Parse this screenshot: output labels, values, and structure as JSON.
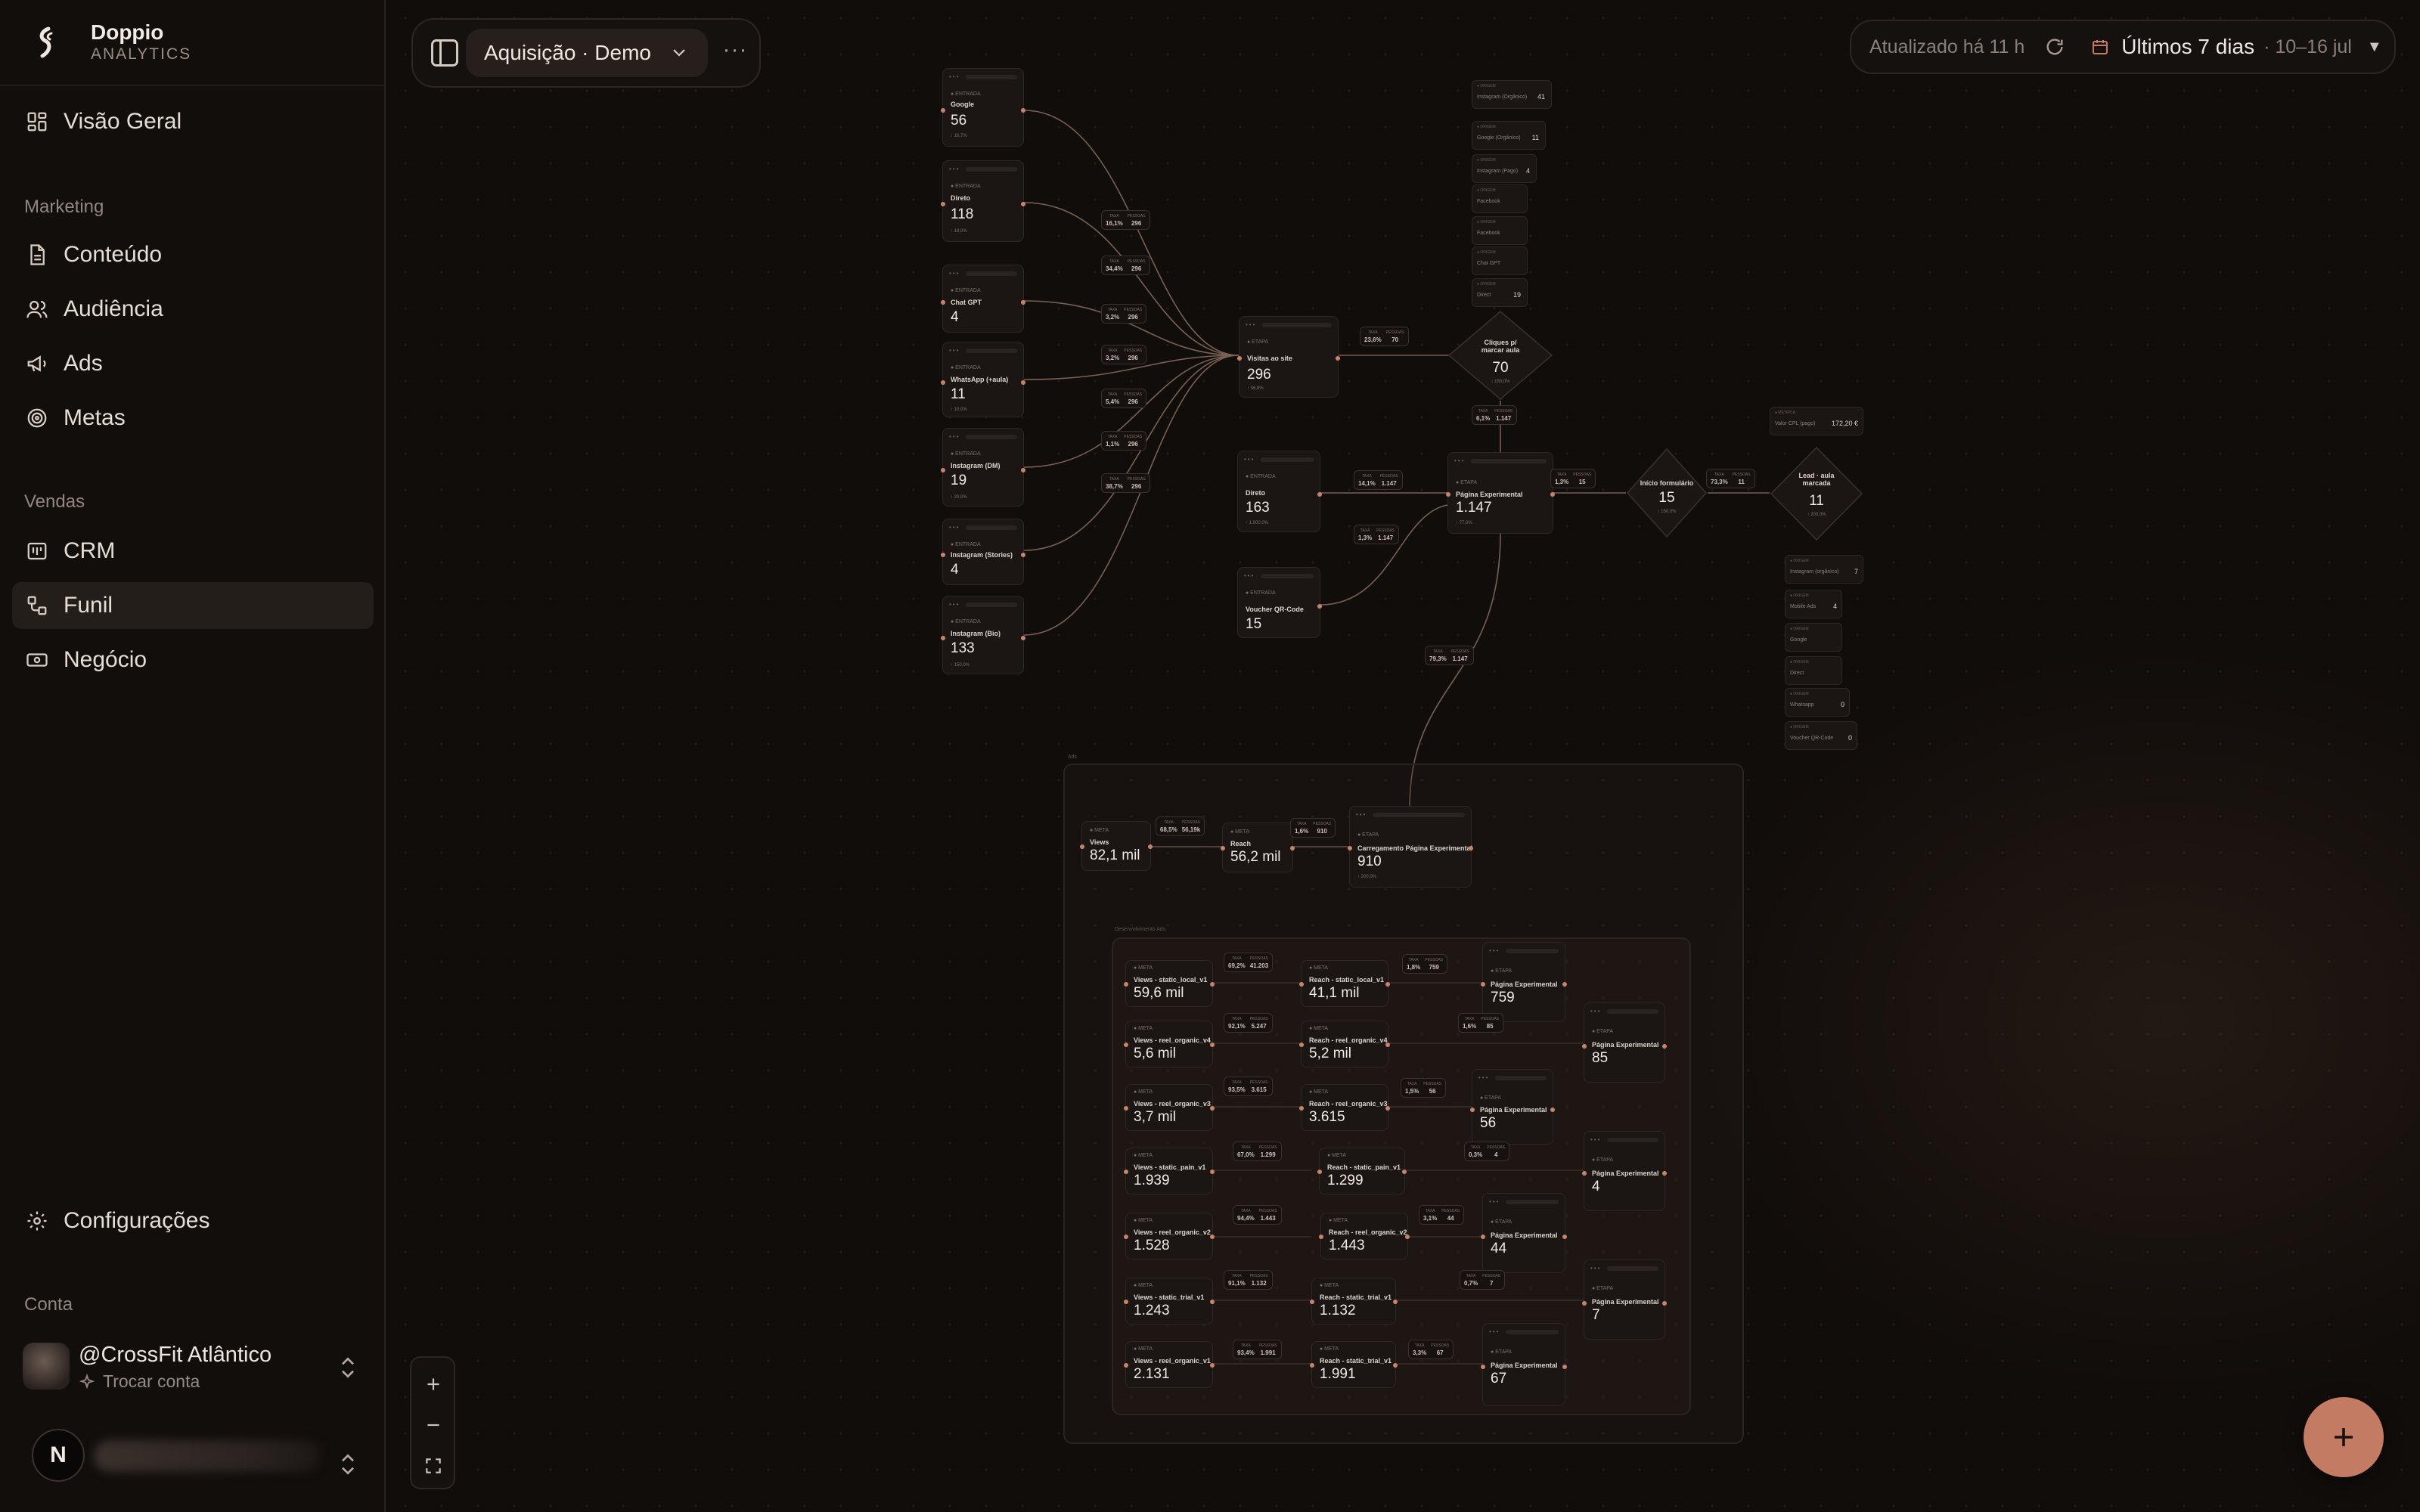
{
  "brand": {
    "name": "Doppio",
    "subtitle": "ANALYTICS"
  },
  "nav": {
    "overview": "Visão Geral",
    "section_marketing": "Marketing",
    "content": "Conteúdo",
    "audience": "Audiência",
    "ads": "Ads",
    "goals": "Metas",
    "section_sales": "Vendas",
    "crm": "CRM",
    "funnel": "Funil",
    "business": "Negócio",
    "settings": "Configurações",
    "section_account": "Conta"
  },
  "account": {
    "name": "@CrossFit Atlântico",
    "switch_label": "Trocar conta",
    "user_initial": "N"
  },
  "toolbar": {
    "flow_name": "Aquisição · Demo",
    "more": "···",
    "updated": "Atualizado há 11 h",
    "date_label": "Últimos 7 dias",
    "date_range": "· 10–16 jul"
  },
  "colors": {
    "accent": "#c47b63",
    "background": "#110d0b",
    "node": "#1b1614",
    "edge": "#8a6f63"
  },
  "sources": [
    {
      "title": "Google",
      "value": "56",
      "foot": "↑ 16,7%"
    },
    {
      "title": "Direto",
      "value": "118",
      "foot": "↑ 18,0%"
    },
    {
      "title": "Chat GPT",
      "value": "4",
      "foot": ""
    },
    {
      "title": "WhatsApp (+aula)",
      "value": "11",
      "foot": "↑ 10,0%"
    },
    {
      "title": "Instagram (DM)",
      "value": "19",
      "foot": "↑ 20,0%"
    },
    {
      "title": "Instagram (Stories)",
      "value": "4",
      "foot": ""
    },
    {
      "title": "Instagram (Bio)",
      "value": "133",
      "foot": "↑ 150,0%"
    }
  ],
  "source_pills": [
    {
      "a": "16,1%",
      "b": "296"
    },
    {
      "a": "34,4%",
      "b": "296"
    },
    {
      "a": "3,2%",
      "b": "296"
    },
    {
      "a": "3,2%",
      "b": "296"
    },
    {
      "a": "5,4%",
      "b": "296"
    },
    {
      "a": "1,1%",
      "b": "296"
    },
    {
      "a": "38,7%",
      "b": "296"
    }
  ],
  "pill_labels": {
    "a": "TAXA",
    "b": "PESSOAS"
  },
  "main_nodes": {
    "visits": {
      "title": "Visitas ao site",
      "value": "296",
      "foot": "↑ 36,8%"
    },
    "clicks": {
      "title": "Cliques p/ marcar aula",
      "value": "70",
      "foot": "↑ 150,0%"
    },
    "direct": {
      "title": "Direto",
      "value": "163",
      "foot": "↑ 1.000,0%"
    },
    "voucher": {
      "title": "Voucher QR-Code",
      "value": "15",
      "foot": ""
    },
    "trial_page": {
      "title": "Página Experimental",
      "value": "1.147",
      "foot": "↑ 77,0%"
    },
    "form_start": {
      "title": "Início formulário",
      "value": "15",
      "foot": "↑ 150,0%"
    },
    "lead": {
      "title": "Lead · aula marcada",
      "value": "11",
      "foot": "↑ 200,0%"
    }
  },
  "main_pills": [
    {
      "a": "23,6%",
      "b": "70"
    },
    {
      "a": "6,1%",
      "b": "1.147"
    },
    {
      "a": "14,1%",
      "b": "1.147"
    },
    {
      "a": "1,3%",
      "b": "1.147"
    },
    {
      "a": "1,3%",
      "b": "15"
    },
    {
      "a": "73,3%",
      "b": "11"
    },
    {
      "a": "79,3%",
      "b": "1.147"
    }
  ],
  "click_breakdown": [
    {
      "label": "Instagram (Orgânico)",
      "value": "41"
    },
    {
      "label": "Google (Orgânico)",
      "value": "11"
    },
    {
      "label": "Instagram (Pago)",
      "value": "4"
    },
    {
      "label": "Facebook",
      "value": ""
    },
    {
      "label": "Facebook",
      "value": ""
    },
    {
      "label": "Chat GPT",
      "value": ""
    },
    {
      "label": "Direct",
      "value": "19"
    }
  ],
  "lead_breakdown": [
    {
      "label": "Instagram (orgânico)",
      "value": "7"
    },
    {
      "label": "Mobile Ads",
      "value": "4"
    },
    {
      "label": "Google",
      "value": ""
    },
    {
      "label": "Direct",
      "value": ""
    },
    {
      "label": "Whatsapp",
      "value": "0"
    },
    {
      "label": "Voucher QR-Code",
      "value": "0"
    }
  ],
  "cost_card": {
    "label": "Valor CPL (pago)",
    "value": "172,20 €"
  },
  "ads_group": {
    "views": {
      "title": "Views",
      "value": "82,1 mil"
    },
    "reach": {
      "title": "Reach",
      "value": "56,2 mil"
    },
    "load": {
      "title": "Carregamento Página Experimental",
      "value": "910",
      "foot": "↑ 200,0%"
    },
    "pills": [
      {
        "a": "68,5%",
        "b": "56,19k"
      },
      {
        "a": "1,6%",
        "b": "910"
      }
    ],
    "sub_label": "Desenvolvimento Ads"
  },
  "ad_rows": [
    {
      "views_t": "Views - static_local_v1",
      "views_v": "59,6 mil",
      "p1a": "69,2%",
      "p1b": "41.203",
      "reach_t": "Reach - static_local_v1",
      "reach_v": "41,1 mil",
      "p2a": "1,8%",
      "p2b": "759"
    },
    {
      "views_t": "Views - reel_organic_v4",
      "views_v": "5,6 mil",
      "p1a": "92,1%",
      "p1b": "5.247",
      "reach_t": "Reach - reel_organic_v4",
      "reach_v": "5,2 mil",
      "p2a": "1,6%",
      "p2b": "85"
    },
    {
      "views_t": "Views - reel_organic_v3",
      "views_v": "3,7 mil",
      "p1a": "93,5%",
      "p1b": "3.615",
      "reach_t": "Reach - reel_organic_v3",
      "reach_v": "3.615",
      "p2a": "1,5%",
      "p2b": "56"
    },
    {
      "views_t": "Views - static_pain_v1",
      "views_v": "1.939",
      "p1a": "67,0%",
      "p1b": "1.299",
      "reach_t": "Reach - static_pain_v1",
      "reach_v": "1.299",
      "p2a": "0,3%",
      "p2b": "4"
    },
    {
      "views_t": "Views - reel_organic_v2",
      "views_v": "1.528",
      "p1a": "94,4%",
      "p1b": "1.443",
      "reach_t": "Reach - reel_organic_v2",
      "reach_v": "1.443",
      "p2a": "3,1%",
      "p2b": "44"
    },
    {
      "views_t": "Views - static_trial_v1",
      "views_v": "1.243",
      "p1a": "91,1%",
      "p1b": "1.132",
      "reach_t": "Reach - static_trial_v1",
      "reach_v": "1.132",
      "p2a": "0,7%",
      "p2b": "7"
    },
    {
      "views_t": "Views - reel_organic_v1",
      "views_v": "2.131",
      "p1a": "93,4%",
      "p1b": "1.991",
      "reach_t": "Reach - static_trial_v1",
      "reach_v": "1.991",
      "p2a": "3,3%",
      "p2b": "67"
    }
  ],
  "ad_targets": [
    {
      "title": "Página Experimental",
      "value": "759"
    },
    {
      "title": "Página Experimental",
      "value": "85"
    },
    {
      "title": "Página Experimental",
      "value": "56"
    },
    {
      "title": "Página Experimental",
      "value": "4"
    },
    {
      "title": "Página Experimental",
      "value": "44"
    },
    {
      "title": "Página Experimental",
      "value": "7"
    },
    {
      "title": "Página Experimental",
      "value": "67"
    }
  ]
}
